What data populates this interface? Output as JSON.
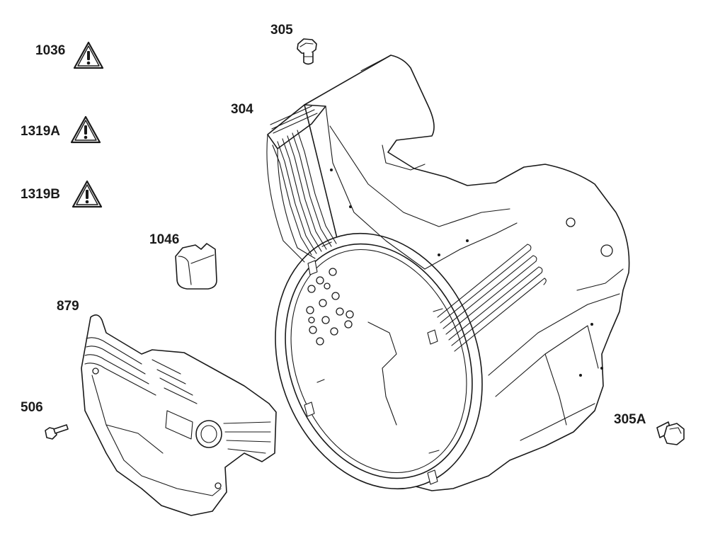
{
  "diagram": {
    "parts": [
      {
        "id": "warning-decal-1036",
        "label": "1036",
        "icon": "warning-triangle-icon"
      },
      {
        "id": "warning-decal-1319a",
        "label": "1319A",
        "icon": "warning-triangle-icon"
      },
      {
        "id": "warning-decal-1319b",
        "label": "1319B",
        "icon": "warning-triangle-icon"
      },
      {
        "id": "part-1046",
        "label": "1046"
      },
      {
        "id": "part-879",
        "label": "879"
      },
      {
        "id": "part-506",
        "label": "506"
      },
      {
        "id": "part-305",
        "label": "305"
      },
      {
        "id": "part-304",
        "label": "304"
      },
      {
        "id": "part-305a",
        "label": "305A"
      }
    ],
    "colors": {
      "line": "#1a1a1a",
      "background": "#ffffff"
    }
  }
}
